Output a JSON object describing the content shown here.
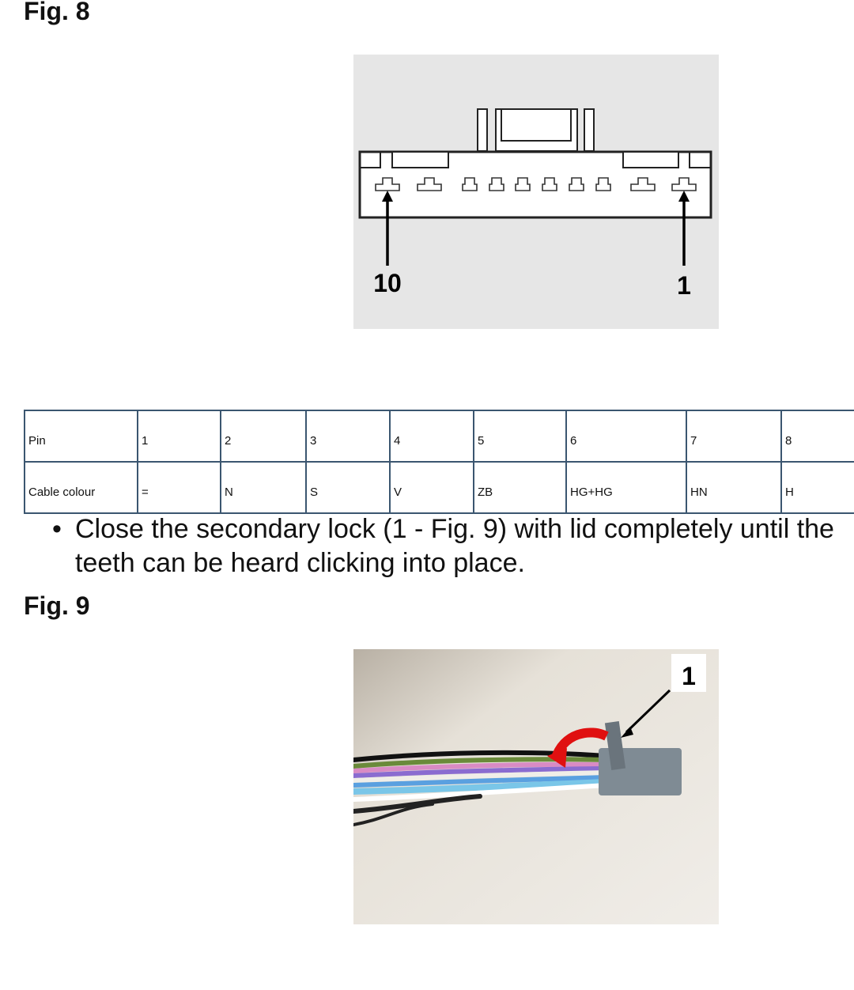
{
  "fig8": {
    "title": "Fig. 8",
    "labels": {
      "left": "10",
      "right": "1"
    }
  },
  "table": {
    "rows": [
      {
        "header": "Pin",
        "cells": [
          "1",
          "2",
          "3",
          "4",
          "5",
          "6",
          "7",
          "8"
        ]
      },
      {
        "header": "Cable colour",
        "cells": [
          "=",
          "N",
          "S",
          "V",
          "ZB",
          "HG+HG",
          "HN",
          "H"
        ]
      }
    ]
  },
  "bullet": {
    "line1": "Close the secondary lock (1 - Fig. 9) with lid completely until the",
    "line2": "teeth can be heard clicking into place."
  },
  "fig9": {
    "title": "Fig. 9",
    "callout": "1"
  }
}
